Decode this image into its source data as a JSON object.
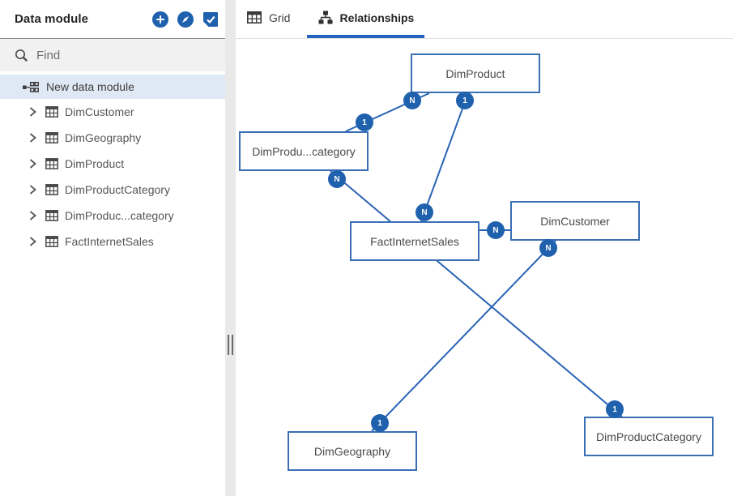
{
  "sidebar": {
    "title": "Data module",
    "actions": [
      {
        "name": "add",
        "icon": "plus-circle-icon"
      },
      {
        "name": "navigate",
        "icon": "compass-icon"
      },
      {
        "name": "validate",
        "icon": "checkmark-box-icon"
      }
    ],
    "search": {
      "placeholder": "Find",
      "icon": "search-icon"
    },
    "root_item": {
      "label": "New data module",
      "icon": "data-module-icon"
    },
    "tree": [
      {
        "label": "DimCustomer",
        "icon": "table-icon"
      },
      {
        "label": "DimGeography",
        "icon": "table-icon"
      },
      {
        "label": "DimProduct",
        "icon": "table-icon"
      },
      {
        "label": "DimProductCategory",
        "icon": "table-icon"
      },
      {
        "label": "DimProduc...category",
        "icon": "table-icon"
      },
      {
        "label": "FactInternetSales",
        "icon": "table-icon"
      }
    ]
  },
  "tabs": [
    {
      "label": "Grid",
      "icon": "table-grid-icon",
      "active": false
    },
    {
      "label": "Relationships",
      "icon": "org-chart-icon",
      "active": true
    }
  ],
  "diagram": {
    "nodes": [
      {
        "label": "DimProduct"
      },
      {
        "label": "DimProdu...category"
      },
      {
        "label": "FactInternetSales"
      },
      {
        "label": "DimCustomer"
      },
      {
        "label": "DimGeography"
      },
      {
        "label": "DimProductCategory"
      }
    ],
    "relationships": [
      {
        "from": "DimProduct",
        "from_card": "N",
        "to": "DimProdu...category",
        "to_card": "1"
      },
      {
        "from": "DimProduct",
        "from_card": "1",
        "to": "FactInternetSales",
        "to_card": "N"
      },
      {
        "from": "DimProdu...category",
        "from_card": "N",
        "to": "DimProductCategory",
        "to_card": "1"
      },
      {
        "from": "FactInternetSales",
        "from_card": "N",
        "to": "DimCustomer"
      },
      {
        "from": "DimCustomer",
        "from_card": "N",
        "to": "DimGeography",
        "to_card": "1"
      }
    ]
  },
  "colors": {
    "accent_blue": "#2061ae",
    "line_blue": "#2a63b5",
    "node_border_blue": "#3a6fb5",
    "tab_underline": "#2463c0",
    "selected_row_bg": "#dfe9f6",
    "search_bg": "#f1f1f1",
    "divider_bg": "#e9e9e9"
  }
}
